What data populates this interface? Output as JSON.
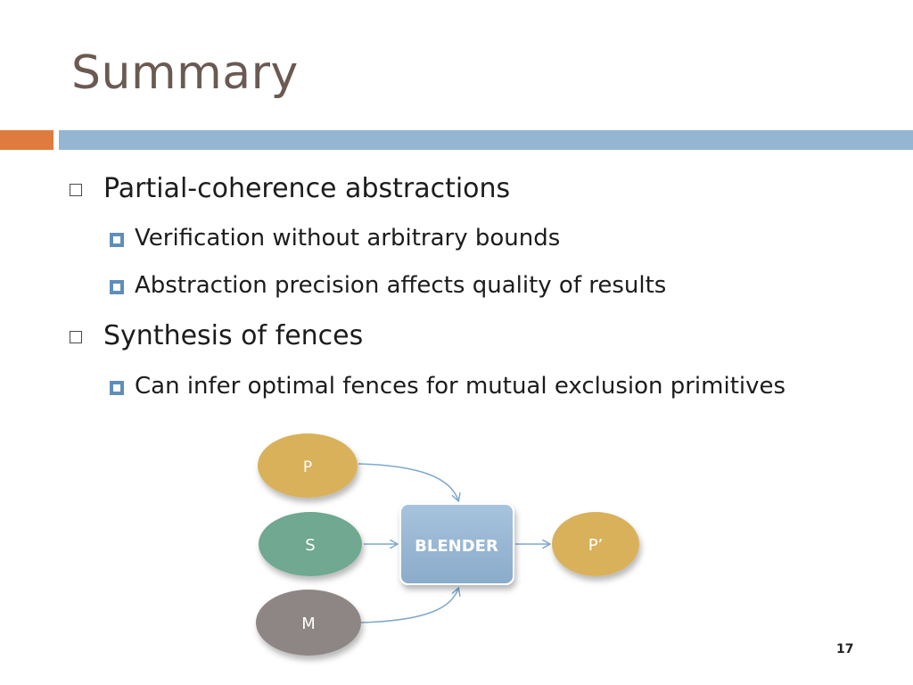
{
  "slide": {
    "title": "Summary",
    "bullets": [
      {
        "text": "Partial-coherence abstractions",
        "sub": [
          "Verification without arbitrary bounds",
          "Abstraction precision affects quality of results"
        ]
      },
      {
        "text": "Synthesis of fences",
        "sub": [
          "Can infer optimal fences for mutual exclusion primitives"
        ]
      }
    ],
    "page_number": "17"
  },
  "diagram": {
    "nodes": {
      "p": "P",
      "s": "S",
      "m": "M",
      "blender": "BLENDER",
      "p_prime": "P’"
    },
    "colors": {
      "gold": "#d9b15a",
      "green": "#6fa891",
      "gray": "#8e8684",
      "blue": "#93b3d2",
      "arrow": "#7fa8cc",
      "orange_bar": "#e07b3f",
      "blue_bar": "#94b6d3"
    }
  }
}
